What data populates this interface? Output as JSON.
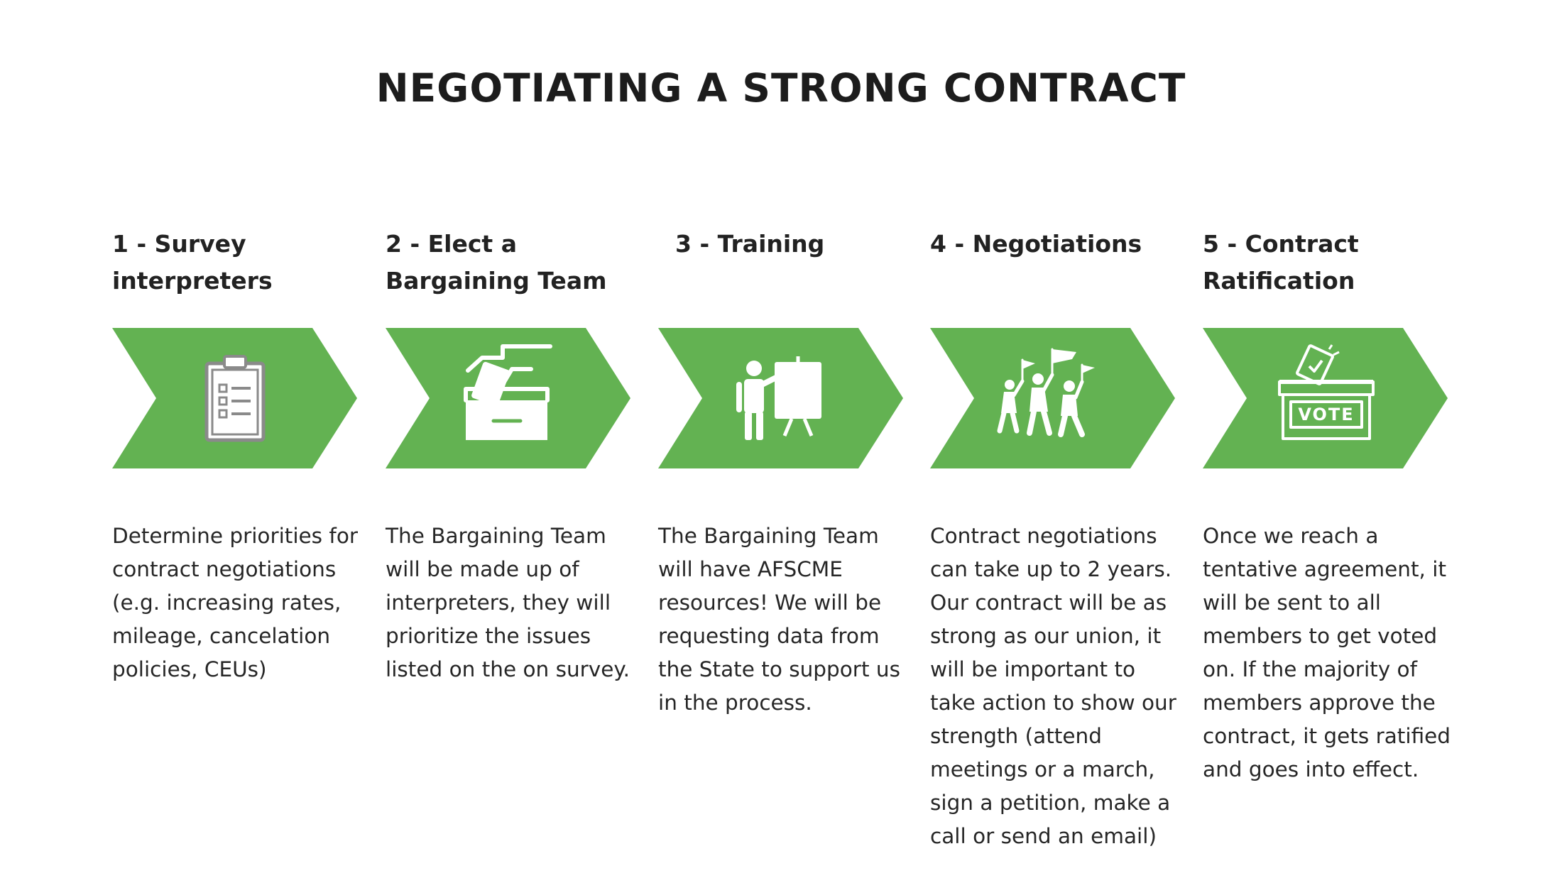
{
  "title": "NEGOTIATING A STRONG CONTRACT",
  "colors": {
    "chevron_green": "#63b252",
    "icon_white": "#ffffff",
    "icon_gray": "#8a8a8a"
  },
  "steps": [
    {
      "title": "1 - Survey interpreters",
      "icon": "clipboard-checklist-icon",
      "text": "Determine priorities for contract negotiations (e.g. increasing rates, mileage, cancelation policies, CEUs)"
    },
    {
      "title": "2 - Elect a Bargaining Team",
      "icon": "ballot-box-hand-icon",
      "text": "The Bargaining Team will be made up of interpreters, they will prioritize the issues listed on the on survey."
    },
    {
      "title": "3 - Training",
      "icon": "presenter-board-icon",
      "text": "The Bargaining Team will have AFSCME resources! We will be requesting data from the State to support us in the process."
    },
    {
      "title": "4 - Negotiations",
      "icon": "marching-flags-icon",
      "text": "Contract negotiations can take up to 2 years. Our contract will be as strong as our union, it will be important to take action to show our strength (attend meetings or a march, sign a petition, make a call or send an email)"
    },
    {
      "title": "5 - Contract Ratification",
      "icon": "vote-box-icon",
      "text": "Once we reach a tentative agreement, it will be sent to all members to get voted on. If the majority of members approve the contract, it gets ratified and goes into effect."
    }
  ]
}
